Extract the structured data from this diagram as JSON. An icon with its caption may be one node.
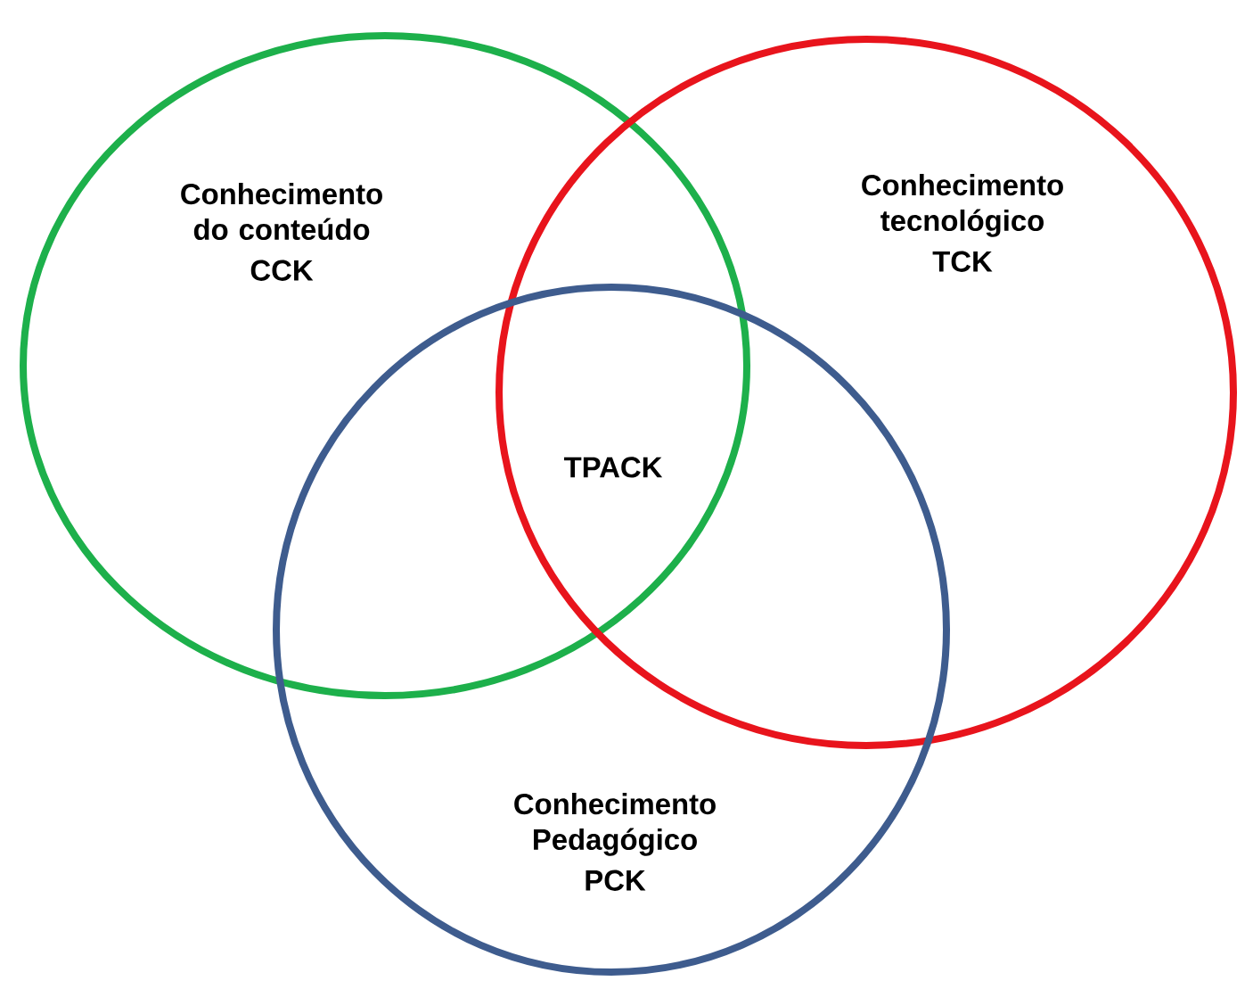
{
  "diagram": {
    "nodes": [
      {
        "text": [
          "Conhecimento do conteúdo",
          "CCK"
        ]
      },
      {
        "text": [
          "Conhecimento tecnológico",
          "TCK"
        ]
      },
      {
        "text": [
          "Conhecimento Pedagógico",
          "PCK"
        ]
      }
    ],
    "labels": [
      "TPACK"
    ]
  }
}
